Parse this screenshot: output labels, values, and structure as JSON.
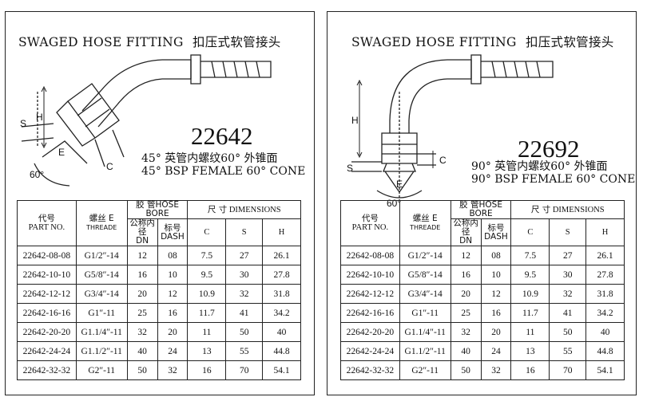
{
  "left": {
    "title_en": "SWAGED HOSE FITTING",
    "title_cn": "扣压式软管接头",
    "model": "22642",
    "desc_cn": "45° 英管内螺纹60° 外锥面",
    "desc_en": "45° BSP  FEMALE 60° CONE",
    "labels": {
      "S": "S",
      "H": "H",
      "E": "E",
      "C": "C",
      "angle": "60°"
    }
  },
  "right": {
    "title_en": "SWAGED HOSE FITTING",
    "title_cn": "扣压式软管接头",
    "model": "22692",
    "desc_cn": "90° 英管内螺纹60° 外锥面",
    "desc_en": "90° BSP  FEMALE 60° CONE",
    "labels": {
      "S": "S",
      "H": "H",
      "E": "E",
      "C": "C",
      "angle": "60°"
    }
  },
  "table": {
    "h_part_cn": "代号",
    "h_part_en": "PART NO.",
    "h_thread_cn": "螺丝 E",
    "h_thread_en": "THREADE",
    "h_bore_cn": "胶 管",
    "h_bore_en": "HOSE BORE",
    "h_dn_cn": "公称内径",
    "h_dn_en": "DN",
    "h_dash_cn": "标号",
    "h_dash_en": "DASH",
    "h_dim_cn": "尺 寸",
    "h_dim_en": "DIMENSIONS",
    "h_c": "C",
    "h_s": "S",
    "h_h": "H",
    "left_rows": [
      [
        "22642-08-08",
        "G1/2″-14",
        "12",
        "08",
        "7.5",
        "27",
        "26.1"
      ],
      [
        "22642-10-10",
        "G5/8″-14",
        "16",
        "10",
        "9.5",
        "30",
        "27.8"
      ],
      [
        "22642-12-12",
        "G3/4″-14",
        "20",
        "12",
        "10.9",
        "32",
        "31.8"
      ],
      [
        "22642-16-16",
        "G1″-11",
        "25",
        "16",
        "11.7",
        "41",
        "34.2"
      ],
      [
        "22642-20-20",
        "G1.1/4″-11",
        "32",
        "20",
        "11",
        "50",
        "40"
      ],
      [
        "22642-24-24",
        "G1.1/2″-11",
        "40",
        "24",
        "13",
        "55",
        "44.8"
      ],
      [
        "22642-32-32",
        "G2″-11",
        "50",
        "32",
        "16",
        "70",
        "54.1"
      ]
    ],
    "right_rows": [
      [
        "22642-08-08",
        "G1/2″-14",
        "12",
        "08",
        "7.5",
        "27",
        "26.1"
      ],
      [
        "22642-10-10",
        "G5/8″-14",
        "16",
        "10",
        "9.5",
        "30",
        "27.8"
      ],
      [
        "22642-12-12",
        "G3/4″-14",
        "20",
        "12",
        "10.9",
        "32",
        "31.8"
      ],
      [
        "22642-16-16",
        "G1″-11",
        "25",
        "16",
        "11.7",
        "41",
        "34.2"
      ],
      [
        "22642-20-20",
        "G1.1/4″-11",
        "32",
        "20",
        "11",
        "50",
        "40"
      ],
      [
        "22642-24-24",
        "G1.1/2″-11",
        "40",
        "24",
        "13",
        "55",
        "44.8"
      ],
      [
        "22642-32-32",
        "G2″-11",
        "50",
        "32",
        "16",
        "70",
        "54.1"
      ]
    ]
  }
}
